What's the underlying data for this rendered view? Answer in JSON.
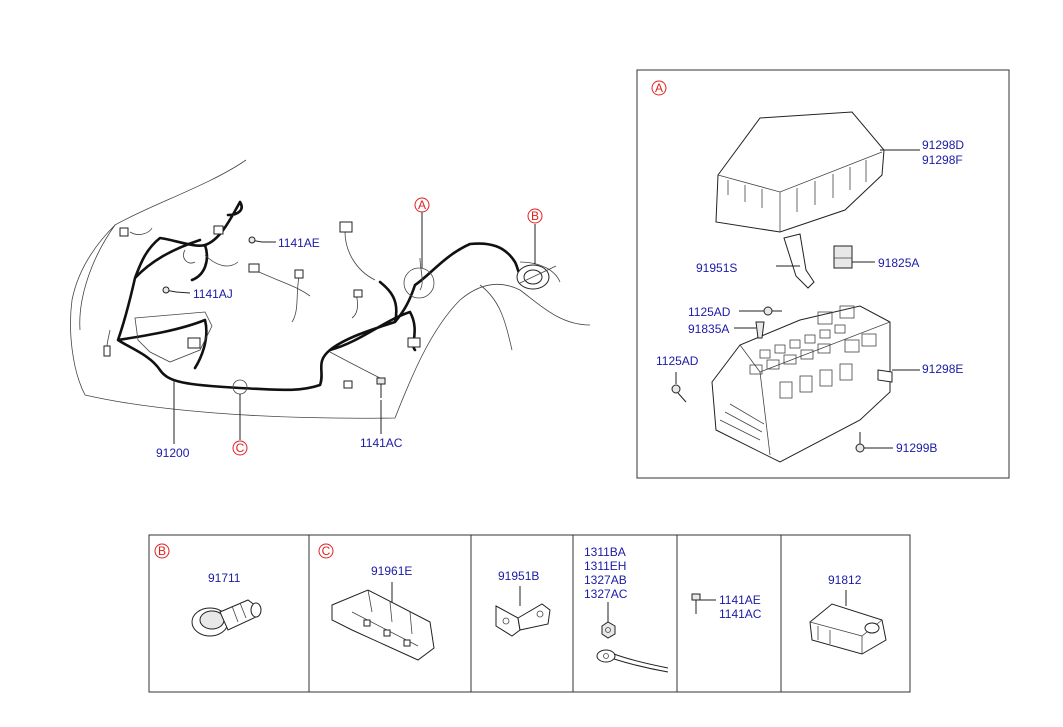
{
  "callouts": {
    "a": "A",
    "b": "B",
    "c": "C"
  },
  "colors": {
    "part_number": "#1a1aa6",
    "callout": "#e02020",
    "line": "#222222"
  },
  "main": {
    "labels": {
      "p1141AE": "1141AE",
      "p1141AJ": "1141AJ",
      "p91200": "91200",
      "p1141AC": "1141AC"
    }
  },
  "detail_a": {
    "labels": {
      "p91298D": "91298D",
      "p91298F": "91298F",
      "p91951S": "91951S",
      "p91825A": "91825A",
      "p1125AD_1": "1125AD",
      "p91835A": "91835A",
      "p1125AD_2": "1125AD",
      "p91298E": "91298E",
      "p91299B": "91299B"
    }
  },
  "parts_table": {
    "cells": [
      {
        "callout": "B",
        "labels": [
          "91711"
        ]
      },
      {
        "callout": "C",
        "labels": [
          "91961E"
        ]
      },
      {
        "callout": "",
        "labels": [
          "91951B"
        ]
      },
      {
        "callout": "",
        "labels": [
          "1311BA",
          "1311EH",
          "1327AB",
          "1327AC"
        ]
      },
      {
        "callout": "",
        "labels": [
          "1141AE",
          "1141AC"
        ]
      },
      {
        "callout": "",
        "labels": [
          "91812"
        ]
      }
    ]
  }
}
